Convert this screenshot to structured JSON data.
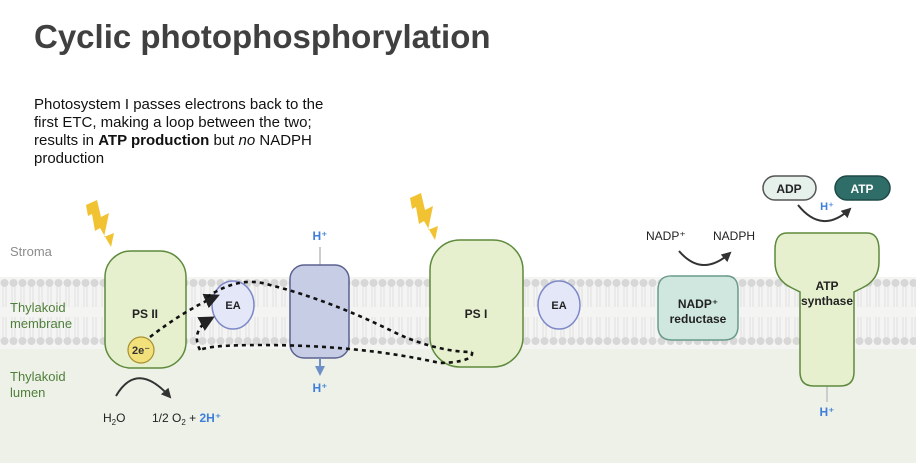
{
  "title": "Cyclic photophosphorylation",
  "description": {
    "part1": "Photosystem I passes electrons back to the first ETC, making a loop between the two; results in ",
    "bold1": "ATP production",
    "part2": " but ",
    "italic1": "no",
    "part3": " NADPH production"
  },
  "regions": {
    "stroma": "Stroma",
    "membrane_line1": "Thylakoid",
    "membrane_line2": "membrane",
    "lumen_line1": "Thylakoid",
    "lumen_line2": "lumen"
  },
  "complexes": {
    "ps2": "PS II",
    "electrons": "2e⁻",
    "ea_left": "EA",
    "ps1": "PS I",
    "ea_right": "EA",
    "nadp_reductase_line1": "NADP⁺",
    "nadp_reductase_line2": "reductase",
    "atp_synthase_line1": "ATP",
    "atp_synthase_line2": "synthase"
  },
  "molecules": {
    "h_plus": "H⁺",
    "water_h": "H",
    "water_sub": "2",
    "water_o": "O",
    "oxygen_prefix": "1/2 O",
    "oxygen_sub": "2",
    "oxygen_plus": " + ",
    "protons_2h": "2H⁺",
    "nadp_plus": "NADP⁺",
    "nadph": "NADPH",
    "adp": "ADP",
    "atp": "ATP"
  },
  "colors": {
    "lumen": "#eef1e8",
    "membrane_head": "#d7d7d7",
    "green_fill": "#e6f0cf",
    "green_stroke": "#5e8a3c",
    "ea_fill": "#e3e7f7",
    "ea_stroke": "#7d88c8",
    "cytb6f_fill": "#c8cde6",
    "electron_fill": "#f2e07a",
    "nadp_red_fill": "#cfe7df",
    "nadp_red_stroke": "#6a9b8a",
    "atp_fill": "#2f6d68",
    "proton_blue": "#3d7fd9",
    "lightning": "#f1c232",
    "region_label": "#8c8c8c",
    "membrane_label": "#4f7f3a"
  }
}
